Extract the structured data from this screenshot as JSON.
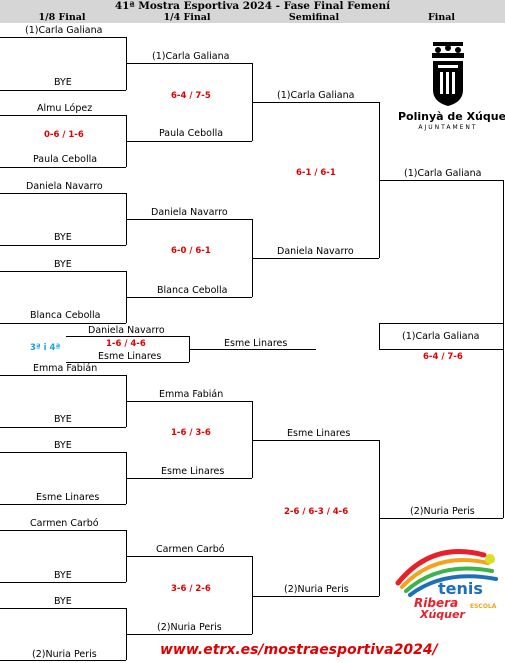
{
  "title": "41ª Mostra Esportiva 2024 -  Fase Final Femení",
  "rounds": [
    "1/8 Final",
    "1/4 Final",
    "Semifinal",
    "Final"
  ],
  "r16": [
    "(1)Carla Galiana",
    "BYE",
    "Almu López",
    "Paula Cebolla",
    "Daniela Navarro",
    "BYE",
    "BYE",
    "Blanca Cebolla",
    "Emma Fabián",
    "BYE",
    "BYE",
    "Esme Linares",
    "Carmen Carbó",
    "BYE",
    "BYE",
    "(2)Nuria Peris"
  ],
  "r16_score": "0-6 / 1-6",
  "qf": [
    "(1)Carla Galiana",
    "Paula Cebolla",
    "Daniela Navarro",
    "Blanca Cebolla",
    "Emma Fabián",
    "Esme Linares",
    "Carmen Carbó",
    "(2)Nuria Peris"
  ],
  "qf_scores": [
    "6-4 / 7-5",
    "6-0 / 6-1",
    "1-6 / 3-6",
    "3-6 / 2-6"
  ],
  "sf": [
    "(1)Carla Galiana",
    "Daniela Navarro",
    "Esme Linares",
    "(2)Nuria Peris"
  ],
  "sf_scores": [
    "6-1 / 6-1",
    "2-6 / 6-3 / 4-6"
  ],
  "final": [
    "(1)Carla Galiana",
    "(2)Nuria Peris"
  ],
  "champion": "(1)Carla Galiana",
  "final_score": "6-4 / 7-6",
  "third_place": {
    "label": "3ª i 4ª",
    "p1": "Daniela Navarro",
    "p2": "Esme Linares",
    "score": "1-6 / 4-6",
    "winner": "Esme Linares"
  },
  "logo_town": {
    "name": "Polinyà de Xúquer",
    "sub": "AJUNTAMENT"
  },
  "logo_tenis": {
    "word": "tenis",
    "line1": "Ribera",
    "line2": "Xúquer",
    "side": "ESCOLA"
  },
  "url": "www.etrx.es/mostraesportiva2024/",
  "colors": {
    "score": "#e00000",
    "third_label": "#1aa3e0",
    "header_bg": "#d6d6d6"
  }
}
